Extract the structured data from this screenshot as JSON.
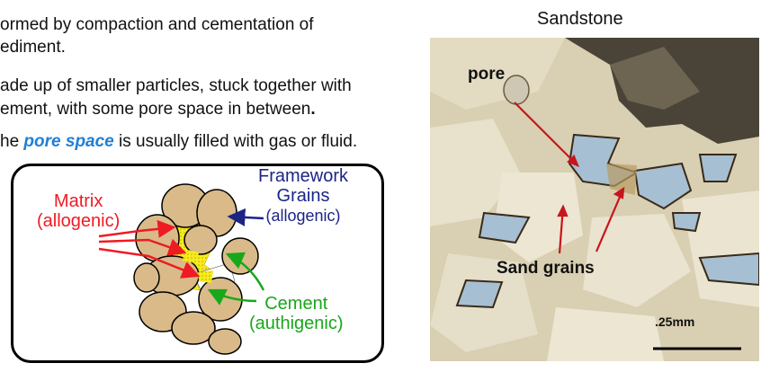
{
  "bullets": {
    "b1_line1": "ormed by compaction and cementation of",
    "b1_line2": "ediment.",
    "b2_line1": "ade up of smaller particles, stuck together with",
    "b2_line2_pre": "ement, with some pore space in between",
    "b2_line2_post": ".",
    "b3_pre": "he ",
    "b3_em": "pore space",
    "b3_post": " is usually filled with gas or fluid."
  },
  "diagram": {
    "matrix_line1": "Matrix",
    "matrix_line2": "(allogenic)",
    "framework_line1": "Framework",
    "framework_line2": "Grains",
    "framework_line3": "(allogenic)",
    "cement_line1": "Cement",
    "cement_line2": "(authigenic)"
  },
  "photo": {
    "title": "Sandstone",
    "pore_label": "pore",
    "grains_label": "Sand grains",
    "scale_label": ".25mm"
  },
  "colors": {
    "matrix": "#ee1b24",
    "framework": "#1c2486",
    "cement": "#18a81a",
    "pore_text": "#1f7fd6",
    "grain_fill": "#d9ba88",
    "matrix_fill": "#f5ec1c",
    "pore_fill": "#a6bfd2"
  }
}
